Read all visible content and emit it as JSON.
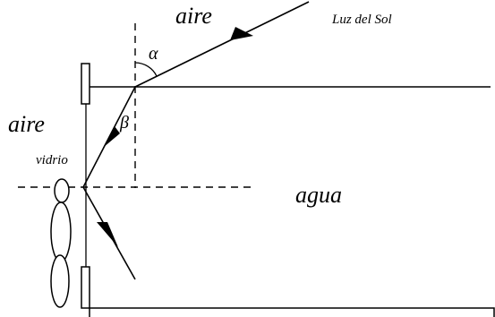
{
  "labels": {
    "air_top": "aire",
    "sunlight": "Luz del Sol",
    "air_left": "aire",
    "glass": "vidrio",
    "water": "agua",
    "alpha": "α",
    "beta": "β"
  }
}
